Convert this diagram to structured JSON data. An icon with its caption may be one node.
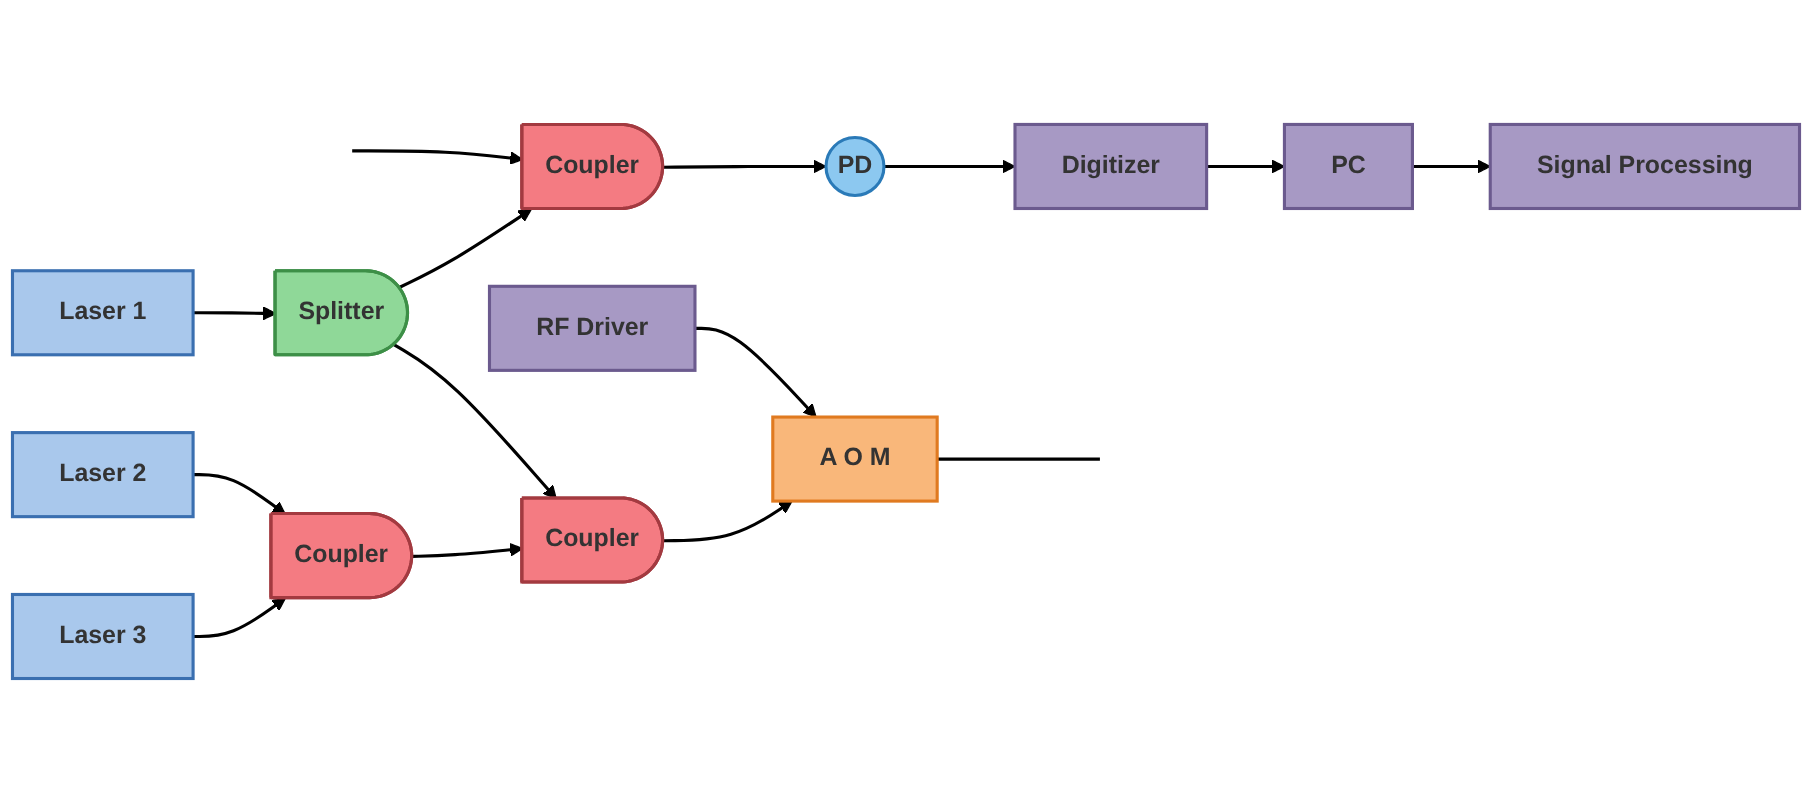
{
  "diagram": {
    "nodes": [
      {
        "text": [
          "Laser 3"
        ]
      },
      {
        "text": [
          "Laser 2"
        ]
      },
      {
        "text": [
          "Laser 1"
        ]
      },
      {
        "text": [
          "Coupler"
        ]
      },
      {
        "text": [
          "Splitter"
        ]
      },
      {
        "text": [
          "Coupler"
        ]
      },
      {
        "text": [
          "A O M"
        ]
      },
      {
        "text": [
          "RF Driver"
        ]
      },
      {
        "text": [
          "Coupler"
        ]
      },
      {
        "text": [
          "PD"
        ]
      },
      {
        "text": [
          "Digitizer"
        ]
      },
      {
        "text": [
          "PC"
        ]
      },
      {
        "text": [
          "Signal Processing"
        ]
      }
    ],
    "edges": [
      {
        "from": 0,
        "to": 3,
        "arrow": "to"
      },
      {
        "from": 1,
        "to": 3,
        "arrow": "to"
      },
      {
        "from": 2,
        "to": 4,
        "arrow": "to"
      },
      {
        "from": 3,
        "to": 5,
        "arrow": "to"
      },
      {
        "from": 4,
        "to": 5,
        "arrow": "to"
      },
      {
        "from": 5,
        "to": 6,
        "arrow": "to"
      },
      {
        "from": 7,
        "to": 6,
        "arrow": "to"
      },
      {
        "from": 6,
        "to": null,
        "arrow": "none"
      },
      {
        "from": 4,
        "to": 8,
        "arrow": "to"
      },
      {
        "from": null,
        "to": 8,
        "arrow": "to"
      },
      {
        "from": 8,
        "to": 9,
        "arrow": "to"
      },
      {
        "from": 9,
        "to": 10,
        "arrow": "to"
      },
      {
        "from": 10,
        "to": 11,
        "arrow": "to"
      },
      {
        "from": 11,
        "to": 12,
        "arrow": "to"
      }
    ]
  }
}
